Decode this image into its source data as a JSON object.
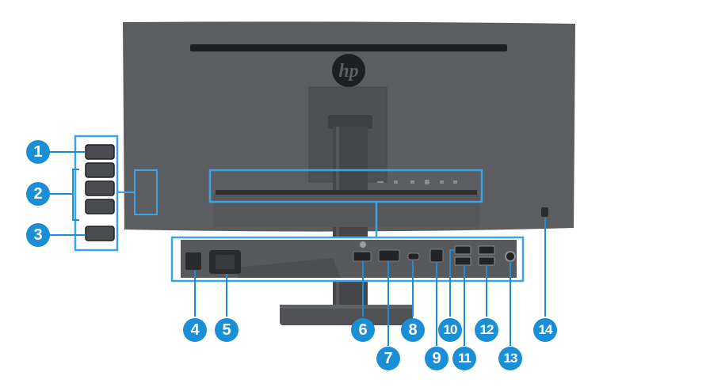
{
  "brand": {
    "logo_text": "hp"
  },
  "callouts": [
    {
      "label": "1"
    },
    {
      "label": "2"
    },
    {
      "label": "3"
    },
    {
      "label": "4"
    },
    {
      "label": "5"
    },
    {
      "label": "6"
    },
    {
      "label": "7"
    },
    {
      "label": "8"
    },
    {
      "label": "9"
    },
    {
      "label": "10"
    },
    {
      "label": "11"
    },
    {
      "label": "12"
    },
    {
      "label": "13"
    },
    {
      "label": "14"
    }
  ],
  "colors": {
    "monitor_body": "#5b5d60",
    "monitor_dark": "#3d3f42",
    "callout_blue": "#1b8fd6",
    "highlight_frame": "#3aa4e6"
  }
}
